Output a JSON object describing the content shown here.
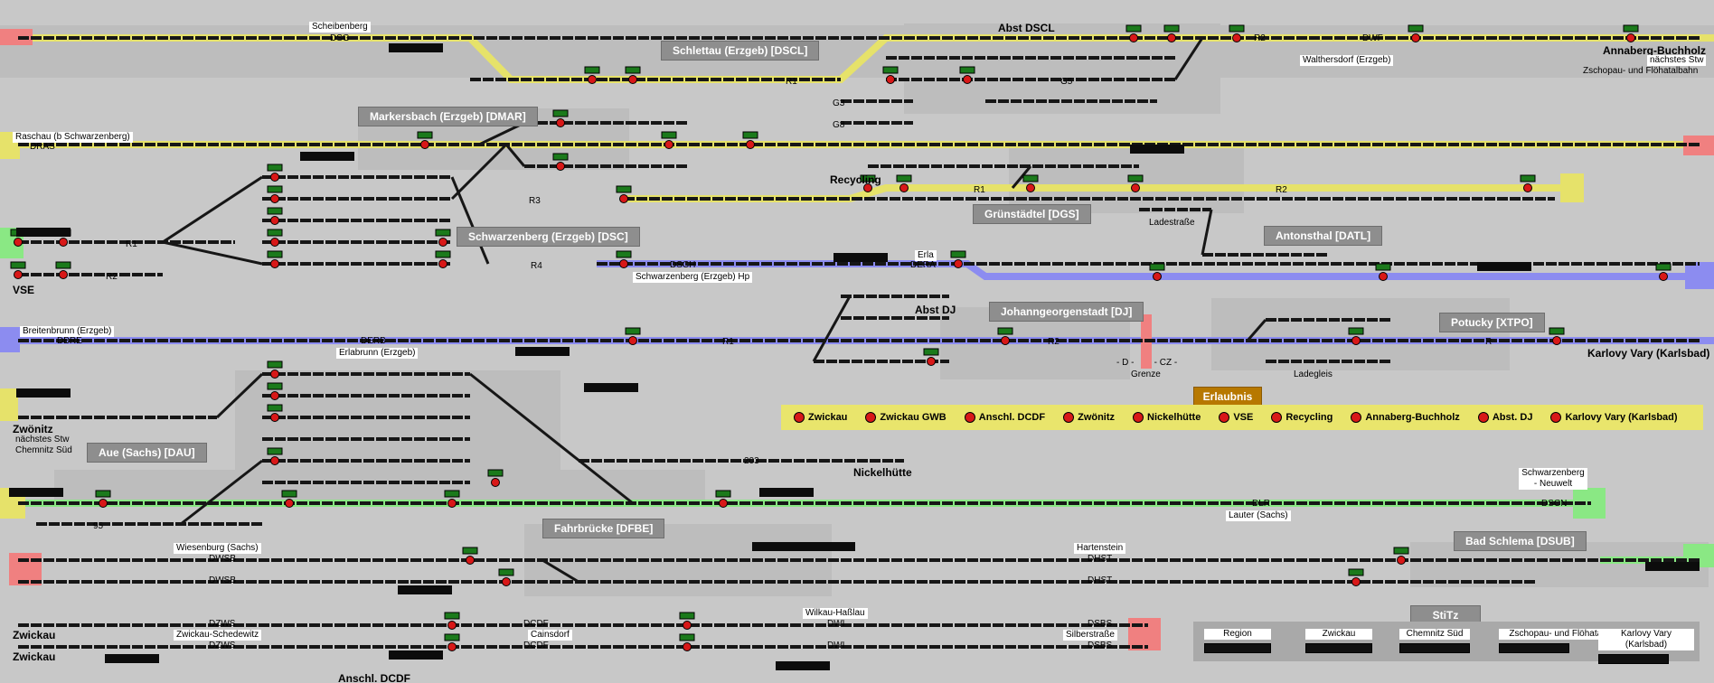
{
  "lines": {
    "yellow": "#e6e26a",
    "blue": "#8c8cf0",
    "green": "#8ae884",
    "red": "#f08080",
    "track": "#161616",
    "gray": "#9a9a9a",
    "signal_red": "#d81818",
    "signal_green": "#1b7a1b",
    "bg": "#c8c8c8"
  },
  "pills": [
    {
      "id": "schlettau",
      "text": "Schlettau (Erzgeb) [DSCL]"
    },
    {
      "id": "markersbach",
      "text": "Markersbach (Erzgeb) [DMAR]"
    },
    {
      "id": "schwarzenberg",
      "text": "Schwarzenberg (Erzgeb) [DSC]"
    },
    {
      "id": "gruenstaedtel",
      "text": "Grünstädtel [DGS]"
    },
    {
      "id": "antonsthal",
      "text": "Antonsthal [DATL]"
    },
    {
      "id": "johanngeorgenstadt",
      "text": "Johanngeorgenstadt [DJ]"
    },
    {
      "id": "potucky",
      "text": "Potucky [XTPO]"
    },
    {
      "id": "aue",
      "text": "Aue (Sachs) [DAU]"
    },
    {
      "id": "fahrbruecke",
      "text": "Fahrbrücke [DFBE]"
    },
    {
      "id": "badschlema",
      "text": "Bad Schlema [DSUB]"
    }
  ],
  "stations": [
    {
      "id": "abst-dscl",
      "text": "Abst DSCL"
    },
    {
      "id": "annaberg",
      "text": "Annaberg-Buchholz"
    },
    {
      "id": "recycling",
      "text": "Recycling"
    },
    {
      "id": "abst-dj",
      "text": "Abst DJ"
    },
    {
      "id": "karlovy",
      "text": "Karlovy Vary (Karlsbad)"
    },
    {
      "id": "vse",
      "text": "VSE"
    },
    {
      "id": "zwoenitz",
      "text": "Zwönitz"
    },
    {
      "id": "nickelhuette",
      "text": "Nickelhütte"
    },
    {
      "id": "zwickau1",
      "text": "Zwickau"
    },
    {
      "id": "zwickau2",
      "text": "Zwickau"
    },
    {
      "id": "anschl-dcdf",
      "text": "Anschl. DCDF"
    }
  ],
  "labels": [
    {
      "id": "scheibenberg",
      "text": "Scheibenberg"
    },
    {
      "id": "dsg",
      "text": "DSG"
    },
    {
      "id": "raschau",
      "text": "Raschau (b Schwarzenberg)"
    },
    {
      "id": "dras",
      "text": "DRAS"
    },
    {
      "id": "breitenbrunn",
      "text": "Breitenbrunn (Erzgeb)"
    },
    {
      "id": "dbre",
      "text": "DBRE"
    },
    {
      "id": "derb",
      "text": "DERB"
    },
    {
      "id": "erlabrunn",
      "text": "Erlabrunn (Erzgeb)"
    },
    {
      "id": "dsch",
      "text": "DSCH"
    },
    {
      "id": "schwarzenberg-hp",
      "text": "Schwarzenberg (Erzgeb) Hp"
    },
    {
      "id": "erla",
      "text": "Erla"
    },
    {
      "id": "dera",
      "text": "DERA"
    },
    {
      "id": "walthersdorf",
      "text": "Walthersdorf (Erzgeb)"
    },
    {
      "id": "dwf",
      "text": "DWF"
    },
    {
      "id": "naechstes1",
      "text": "nächstes Stw"
    },
    {
      "id": "zschopau1",
      "text": "Zschopau- und Flöhatalbahn"
    },
    {
      "id": "ladestrasse",
      "text": "Ladestraße"
    },
    {
      "id": "grenze",
      "text": "Grenze"
    },
    {
      "id": "ladegleis",
      "text": "Ladegleis"
    },
    {
      "id": "naechstes2",
      "text": "nächstes Stw"
    },
    {
      "id": "chemnitz-sued",
      "text": "Chemnitz Süd"
    },
    {
      "id": "dlr",
      "text": "DLR"
    },
    {
      "id": "lauter",
      "text": "Lauter (Sachs)"
    },
    {
      "id": "schwarzenberg-neuwelt",
      "text": "Schwarzenberg - Neuwelt"
    },
    {
      "id": "dscn",
      "text": "DSCN"
    },
    {
      "id": "wiesenburg",
      "text": "Wiesenburg (Sachs)"
    },
    {
      "id": "dwsb1",
      "text": "DWSB"
    },
    {
      "id": "dwsb2",
      "text": "DWSB"
    },
    {
      "id": "hartenstein",
      "text": "Hartenstein"
    },
    {
      "id": "dhst1",
      "text": "DHST"
    },
    {
      "id": "dhst2",
      "text": "DHST"
    },
    {
      "id": "dzws1",
      "text": "DZWS"
    },
    {
      "id": "dzws2",
      "text": "DZWS"
    },
    {
      "id": "zwickau-schedewitz",
      "text": "Zwickau-Schedewitz"
    },
    {
      "id": "dcdf1",
      "text": "DCDF"
    },
    {
      "id": "dcdf2",
      "text": "DCDF"
    },
    {
      "id": "cainsdorf",
      "text": "Cainsdorf"
    },
    {
      "id": "wilkau",
      "text": "Wilkau-Haßlau"
    },
    {
      "id": "dwi1",
      "text": "DWI"
    },
    {
      "id": "dwi2",
      "text": "DWI"
    },
    {
      "id": "silberstrasse",
      "text": "Silberstraße"
    },
    {
      "id": "dsbs1",
      "text": "DSBS"
    },
    {
      "id": "dsbs2",
      "text": "DSBS"
    },
    {
      "id": "cz",
      "text": "- D -        - CZ -"
    }
  ],
  "track_marks": [
    {
      "id": "r1a",
      "text": "R1"
    },
    {
      "id": "g3",
      "text": "G3"
    },
    {
      "id": "g8",
      "text": "G8"
    },
    {
      "id": "r1b",
      "text": "R1"
    },
    {
      "id": "r2b",
      "text": "R2"
    },
    {
      "id": "r3",
      "text": "R3"
    },
    {
      "id": "r4",
      "text": "R4"
    },
    {
      "id": "r1c",
      "text": "R1"
    },
    {
      "id": "r2c",
      "text": "R2"
    },
    {
      "id": "r2d",
      "text": "R2"
    },
    {
      "id": "g5",
      "text": "G5"
    },
    {
      "id": "r1d",
      "text": "R1"
    },
    {
      "id": "r2e",
      "text": "R2"
    },
    {
      "id": "r-potucky",
      "text": "R"
    },
    {
      "id": "t203",
      "text": "203"
    },
    {
      "id": "t95",
      "text": "95"
    }
  ],
  "erlaubnis": {
    "title": "Erlaubnis",
    "items": [
      "Zwickau",
      "Zwickau GWB",
      "Anschl. DCDF",
      "Zwönitz",
      "Nickelhütte",
      "VSE",
      "Recycling",
      "Annaberg-Buchholz",
      "Abst. DJ",
      "Karlovy Vary (Karlsbad)"
    ]
  },
  "stitz": {
    "title": "StiTz",
    "items": [
      "Region",
      "Zwickau",
      "Chemnitz Süd",
      "Zschopau- und Flöhatalbahn",
      "Karlovy Vary (Karlsbad)"
    ]
  }
}
